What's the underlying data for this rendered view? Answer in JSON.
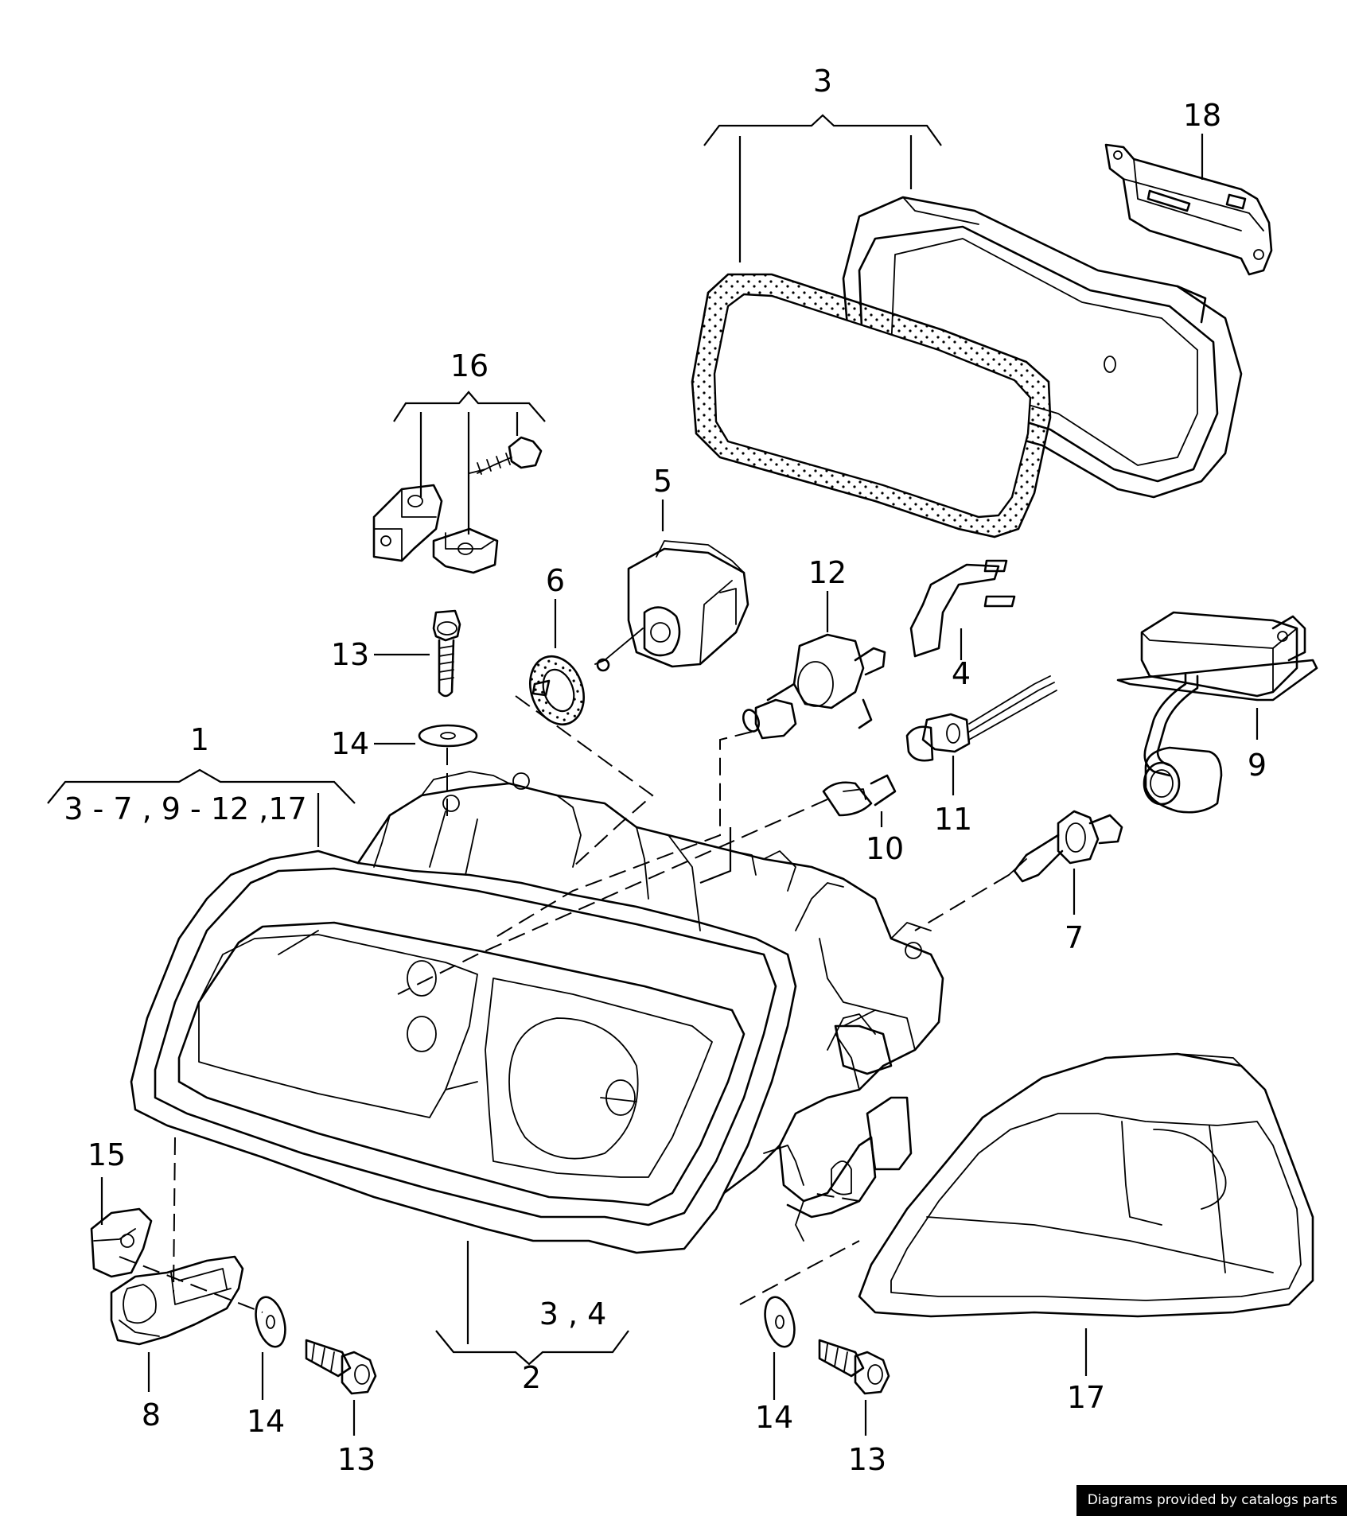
{
  "callouts": {
    "c1": "1",
    "c1_sub": "3 - 7 , 9 - 12 ,17",
    "c2": "2",
    "c2_sub": "3 , 4",
    "c3": "3",
    "c4": "4",
    "c5": "5",
    "c6": "6",
    "c7": "7",
    "c8": "8",
    "c9": "9",
    "c10": "10",
    "c11": "11",
    "c12": "12",
    "c13": "13",
    "c14": "14",
    "c15": "15",
    "c16": "16",
    "c17": "17",
    "c18": "18"
  },
  "credit": "Diagrams provided by catalogs parts"
}
